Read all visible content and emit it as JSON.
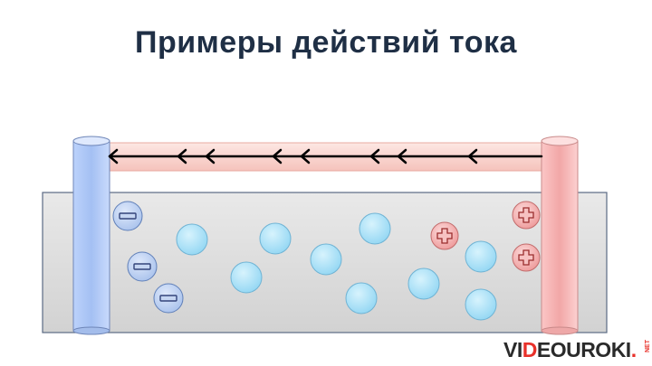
{
  "slide": {
    "title": "Примеры действий тока"
  },
  "logo": {
    "part1": "VI",
    "accent": "D",
    "part2": "EOUROKI",
    "dot": ".",
    "suffix": "NET"
  },
  "colors": {
    "title": "#1f2f45",
    "electrolyte": "#dcdcdc",
    "cathode": "#a9c4f5",
    "anode": "#f4b0b0",
    "wire": "#f7c9c3",
    "neutral_particle": "#a8e1f7",
    "anion": "#b6cdf0",
    "cation": "#f3a3a3",
    "arrow": "#000000",
    "logo_accent": "#e8312a"
  },
  "diagram": {
    "icons": {
      "anion": "minus-icon",
      "cation": "plus-icon",
      "current_direction": "arrow-left-icon"
    }
  }
}
